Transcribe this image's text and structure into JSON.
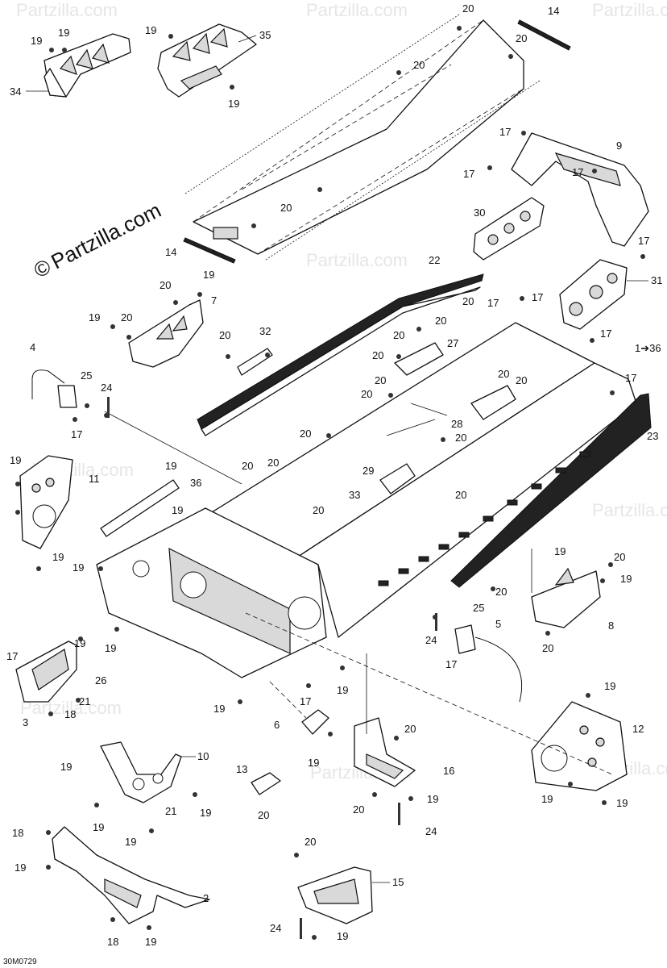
{
  "watermark": {
    "site": "Partzilla.com",
    "symbol": "©"
  },
  "diagram_code": "30M0729",
  "callouts": {
    "c1": "1➔36",
    "c2": "2",
    "c3": "3",
    "c4": "4",
    "c5": "5",
    "c6": "6",
    "c7": "7",
    "c8": "8",
    "c9": "9",
    "c10": "10",
    "c11": "11",
    "c12": "12",
    "c13": "13",
    "c14a": "14",
    "c14b": "14",
    "c15": "15",
    "c16": "16",
    "c17": "17",
    "c18": "18",
    "c19": "19",
    "c20": "20",
    "c21": "21",
    "c22": "22",
    "c23": "23",
    "c24": "24",
    "c25": "25",
    "c26": "26",
    "c27": "27",
    "c28": "28",
    "c29": "29",
    "c30": "30",
    "c31": "31",
    "c32": "32",
    "c33": "33",
    "c34": "34",
    "c35": "35",
    "c36": "36"
  }
}
